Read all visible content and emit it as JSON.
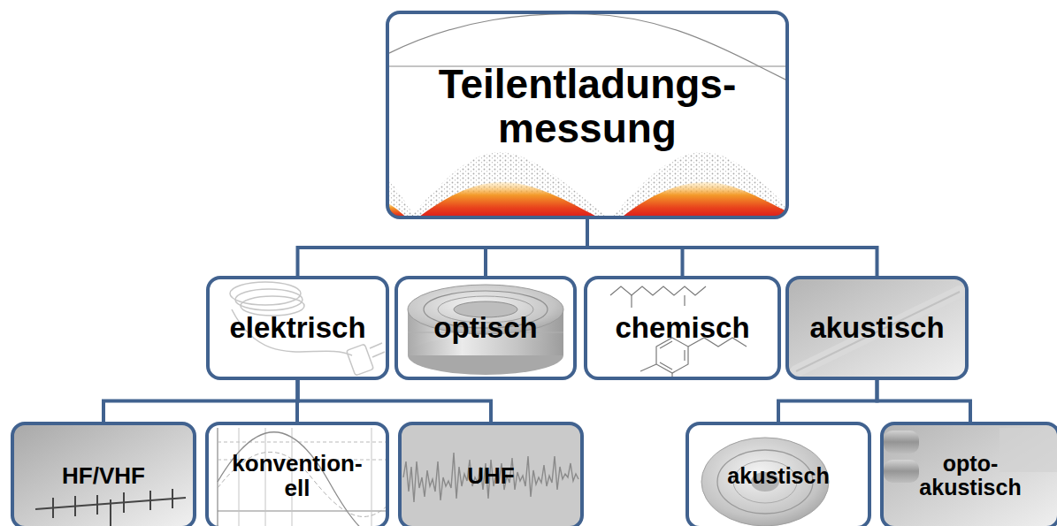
{
  "diagram": {
    "nodes": [
      {
        "text": [
          "Teilentladungs- messung"
        ]
      },
      {
        "text": [
          "elektrisch"
        ]
      },
      {
        "text": [
          "optisch"
        ]
      },
      {
        "text": [
          "chemisch"
        ]
      },
      {
        "text": [
          "akustisch"
        ]
      },
      {
        "text": [
          "HF/VHF"
        ]
      },
      {
        "text": [
          "konvention- ell"
        ]
      },
      {
        "text": [
          "UHF"
        ]
      },
      {
        "text": [
          "akustisch"
        ]
      },
      {
        "text": [
          "opto- akustisch"
        ]
      }
    ],
    "edges": [
      {
        "from": 0,
        "to": 1,
        "arrow": "none"
      },
      {
        "from": 0,
        "to": 2,
        "arrow": "none"
      },
      {
        "from": 0,
        "to": 3,
        "arrow": "none"
      },
      {
        "from": 0,
        "to": 4,
        "arrow": "none"
      },
      {
        "from": 1,
        "to": 5,
        "arrow": "none"
      },
      {
        "from": 1,
        "to": 6,
        "arrow": "none"
      },
      {
        "from": 1,
        "to": 7,
        "arrow": "none"
      },
      {
        "from": 4,
        "to": 8,
        "arrow": "none"
      },
      {
        "from": 4,
        "to": 9,
        "arrow": "none"
      }
    ]
  }
}
